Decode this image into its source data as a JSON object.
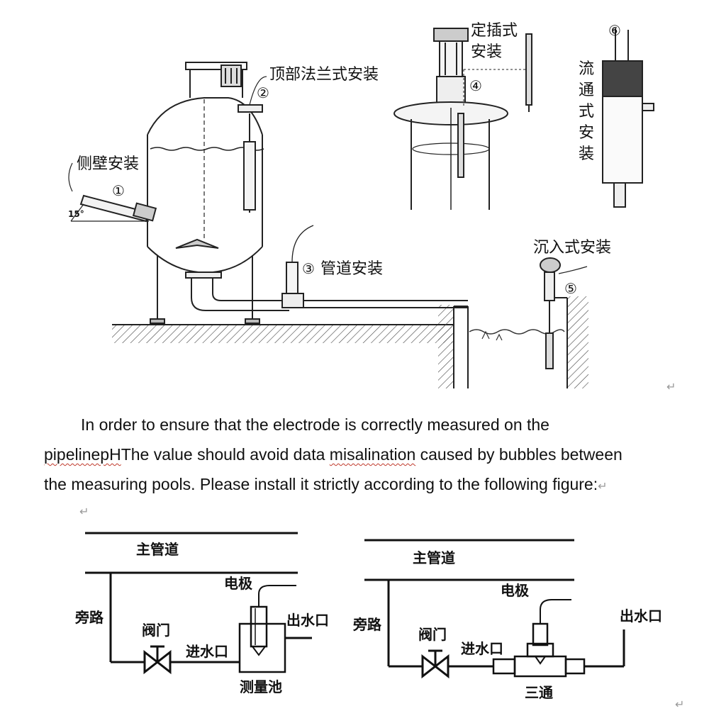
{
  "figure_top": {
    "labels": {
      "side_wall": "侧壁安装",
      "top_flange": "顶部法兰式安装",
      "insertion": "定插式安装",
      "flow_through": "流通式安装",
      "pipeline": "管道安装",
      "immersion": "沉入式安装",
      "angle": "15°"
    },
    "markers": {
      "m1": "①",
      "m2": "②",
      "m3": "③",
      "m4": "④",
      "m5": "⑤",
      "m6": "⑥"
    }
  },
  "return_mark": "↵",
  "paragraph": {
    "line1": "In order to ensure that the electrode is correctly measured on the",
    "line2_a": "pipelinepH",
    "line2_b": "The value should avoid data ",
    "line2_c": "misalination",
    "line2_d": " caused by bubbles between",
    "line3": "the measuring pools. Please install it strictly according to the following figure:"
  },
  "figure_bottom_left": {
    "main_pipe": "主管道",
    "bypass": "旁路",
    "valve": "阀门",
    "inlet": "进水口",
    "electrode": "电极",
    "outlet": "出水口",
    "pool": "测量池"
  },
  "figure_bottom_right": {
    "main_pipe": "主管道",
    "bypass": "旁路",
    "valve": "阀门",
    "inlet": "进水口",
    "electrode": "电极",
    "outlet": "出水口",
    "tee": "三通"
  }
}
